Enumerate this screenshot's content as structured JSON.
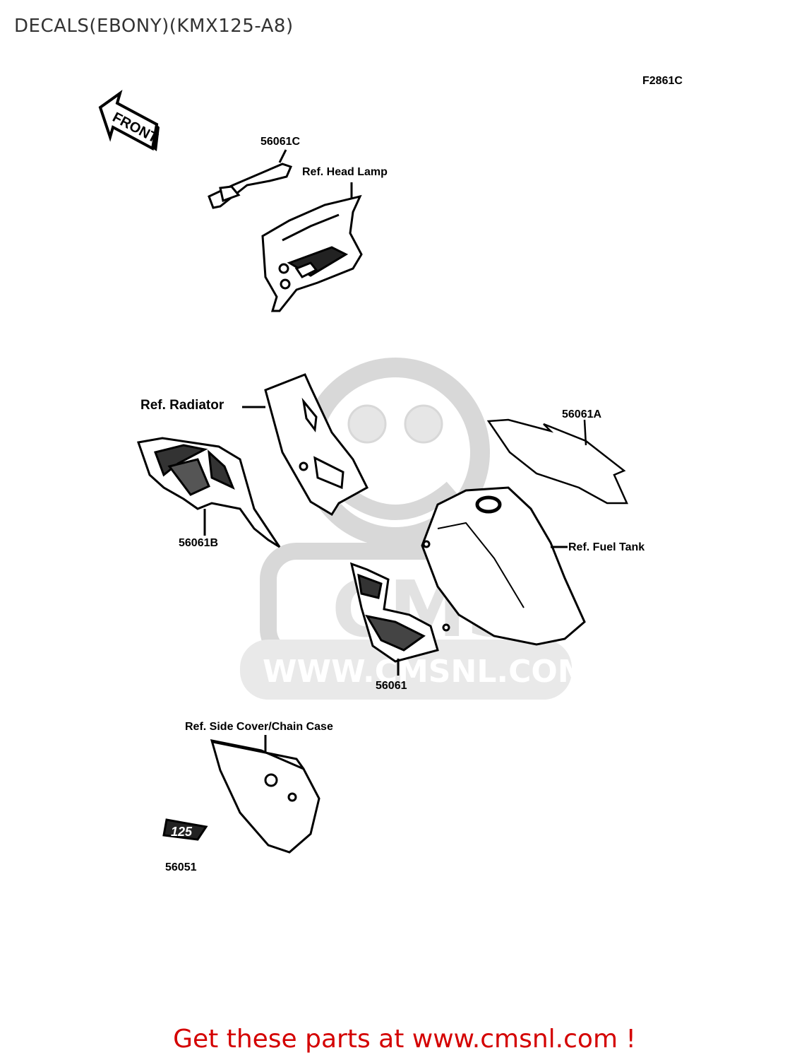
{
  "header": {
    "title": "DECALS(EBONY)(KMX125-A8)",
    "figure_code": "F2861C"
  },
  "diagram": {
    "front_arrow_text": "FRONT",
    "parts": [
      {
        "id": "56061C"
      },
      {
        "id": "56061A"
      },
      {
        "id": "56061B"
      },
      {
        "id": "56061"
      },
      {
        "id": "56051"
      }
    ],
    "references": {
      "head_lamp": "Ref. Head Lamp",
      "radiator": "Ref. Radiator",
      "fuel_tank": "Ref. Fuel Tank",
      "side_cover": "Ref. Side Cover/Chain Case"
    },
    "decal_125_text": "125"
  },
  "watermark": {
    "text": "WWW.CMSNL.COM",
    "logo_text": "CMS"
  },
  "footer": {
    "text": "Get these parts at www.cmsnl.com !",
    "color": "#d40000"
  }
}
